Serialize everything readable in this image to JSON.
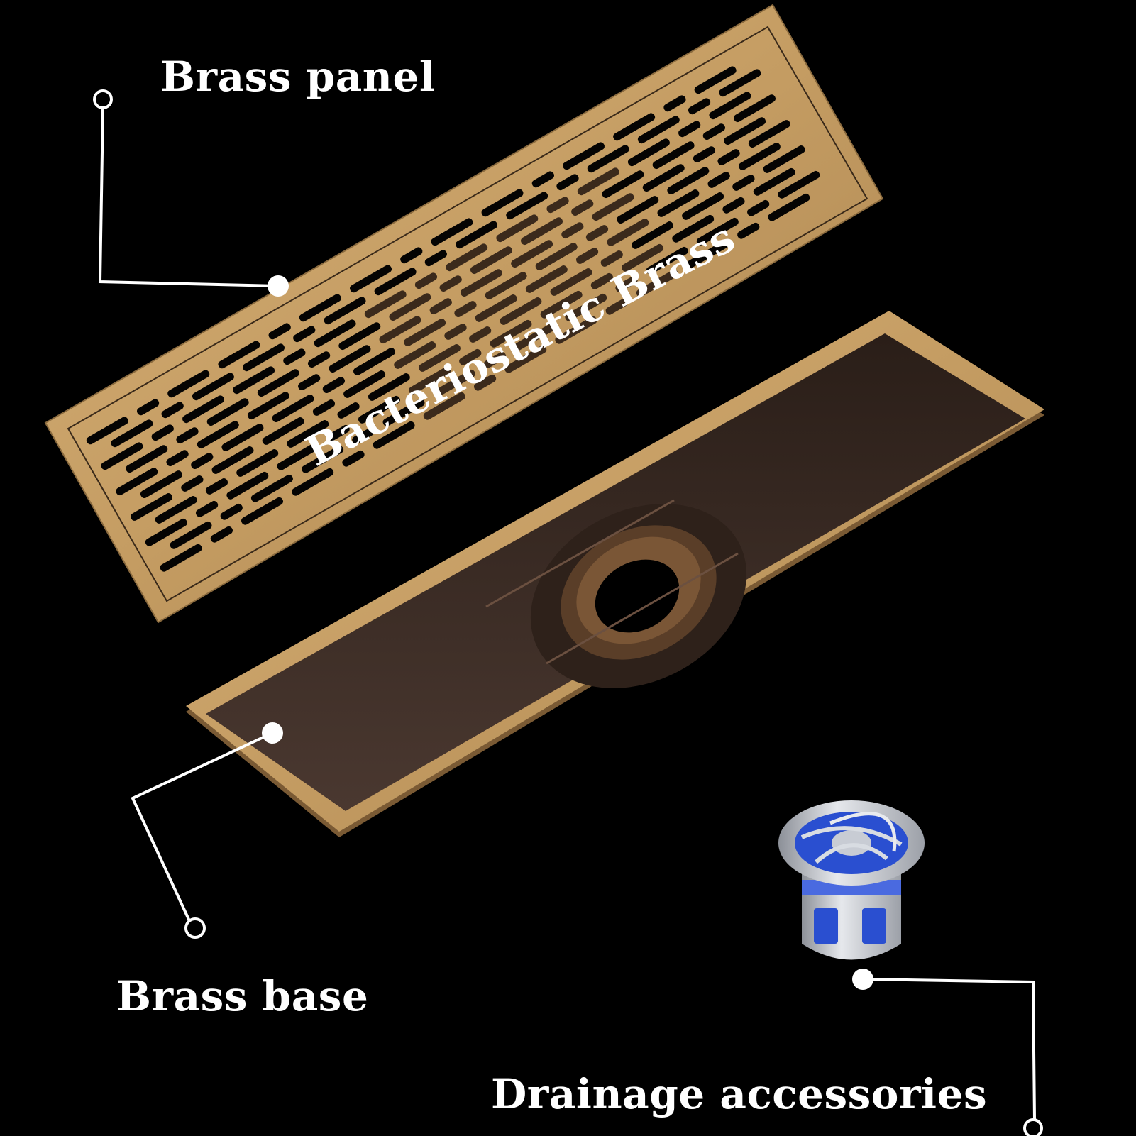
{
  "labels": {
    "brass_panel": "Brass panel",
    "brass_base": "Brass base",
    "drainage_accessories": "Drainage accessories",
    "bacteriostatic": "Bacteriostatic Brass"
  },
  "colors": {
    "background": "#000000",
    "brass": "#c9a46a",
    "brass_dark": "#8a6a3e",
    "base_interior": "#3a2a22",
    "accessory_blue": "#2a4fd0",
    "accessory_silver": "#c8ccd4",
    "callout": "#ffffff"
  }
}
